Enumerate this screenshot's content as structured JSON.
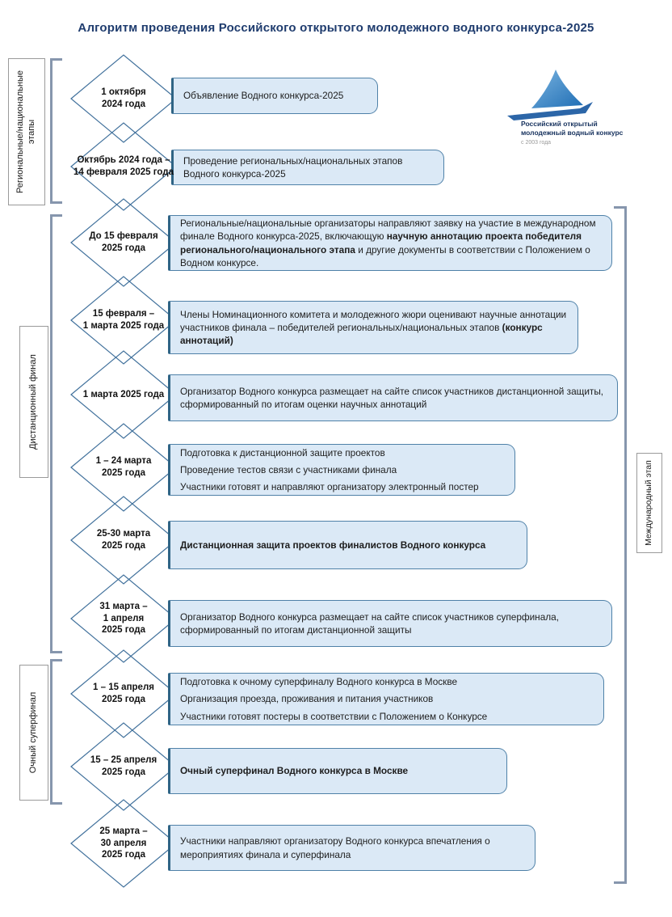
{
  "title": "Алгоритм проведения Российского открытого молодежного водного конкурса-2025",
  "logo": {
    "name_line1": "Российский открытый",
    "name_line2": "молодежный водный конкурс",
    "since": "с 2003 года"
  },
  "side_labels": {
    "left_regional": "Региональные/национальные этапы",
    "left_remote_final": "Дистанционный финал",
    "left_onsite_superfinal": "Очный суперфинал",
    "right_international": "Международный этап"
  },
  "colors": {
    "title": "#1f3c6e",
    "box_fill": "#dbe9f6",
    "box_border": "#4f81a8",
    "box_left_border": "#2f6485",
    "hexagon_border": "#41719c",
    "bracket": "#8696ad",
    "logo_blue": "#2f7bbf"
  },
  "rows": [
    {
      "date": "1 октября\n2024 года",
      "lines": [
        [
          {
            "t": "Объявление  Водного конкурса-2025",
            "b": false
          }
        ]
      ]
    },
    {
      "date": "Октябрь 2024 года –\n14 февраля 2025 года",
      "lines": [
        [
          {
            "t": "Проведение  региональных/национальных этапов",
            "b": false
          }
        ],
        [
          {
            "t": "Водного конкурса-2025",
            "b": false
          }
        ]
      ]
    },
    {
      "date": "До 15 февраля\n2025 года",
      "lines": [
        [
          {
            "t": "Региональные/национальные организаторы направляют заявку на участие в международном финале Водного конкурса-2025, включающую ",
            "b": false
          },
          {
            "t": "научную аннотацию проекта победителя регионального/национального  этапа",
            "b": true
          },
          {
            "t": " и другие документы  в соответствии с Положением  о Водном конкурсе.",
            "b": false
          }
        ]
      ]
    },
    {
      "date": "15 февраля –\n1 марта 2025 года",
      "lines": [
        [
          {
            "t": "Члены Номинационного комитета и молодежного жюри оценивают научные аннотации участников финала – победителей  региональных/национальных этапов ",
            "b": false
          },
          {
            "t": "(конкурс  аннотаций)",
            "b": true
          }
        ]
      ]
    },
    {
      "date": "1 марта 2025 года",
      "lines": [
        [
          {
            "t": "Организатор Водного конкурса размещает на сайте список участников дистанционной защиты, сформированный  по итогам оценки  научных аннотаций",
            "b": false
          }
        ]
      ]
    },
    {
      "date": "1 – 24 марта\n2025 года",
      "spaced": true,
      "lines": [
        [
          {
            "t": "Подготовка к дистанционной защите проектов",
            "b": false
          }
        ],
        [
          {
            "t": "Проведение  тестов связи  с участниками финала",
            "b": false
          }
        ],
        [
          {
            "t": "Участники готовят и направляют организатору электронный постер",
            "b": false
          }
        ]
      ]
    },
    {
      "date": "25-30 марта\n2025 года",
      "lines": [
        [
          {
            "t": "Дистанционная  защита проектов финалистов  Водного конкурса",
            "b": true
          }
        ]
      ]
    },
    {
      "date": "31 марта –\n1 апреля\n2025 года",
      "lines": [
        [
          {
            "t": "Организатор Водного конкурса размещает на сайте список участников суперфинала, сформированный по итогам дистанционной  защиты",
            "b": false
          }
        ]
      ]
    },
    {
      "date": "1 – 15 апреля\n2025 года",
      "spaced": true,
      "lines": [
        [
          {
            "t": "Подготовка к очному суперфиналу Водного конкурса в Москве",
            "b": false
          }
        ],
        [
          {
            "t": "Организация проезда, проживания  и питания участников",
            "b": false
          }
        ],
        [
          {
            "t": "Участники готовят постеры в соответствии  с Положением  о Конкурсе",
            "b": false
          }
        ]
      ]
    },
    {
      "date": "15 – 25 апреля\n2025 года",
      "lines": [
        [
          {
            "t": "Очный  суперфинал  Водного конкурса  в Москве",
            "b": true
          }
        ]
      ]
    },
    {
      "date": "25 марта –\n30 апреля\n2025 года",
      "lines": [
        [
          {
            "t": "Участники направляют организатору Водного конкурса впечатления  о мероприятиях  финала и суперфинала",
            "b": false
          }
        ]
      ]
    }
  ]
}
